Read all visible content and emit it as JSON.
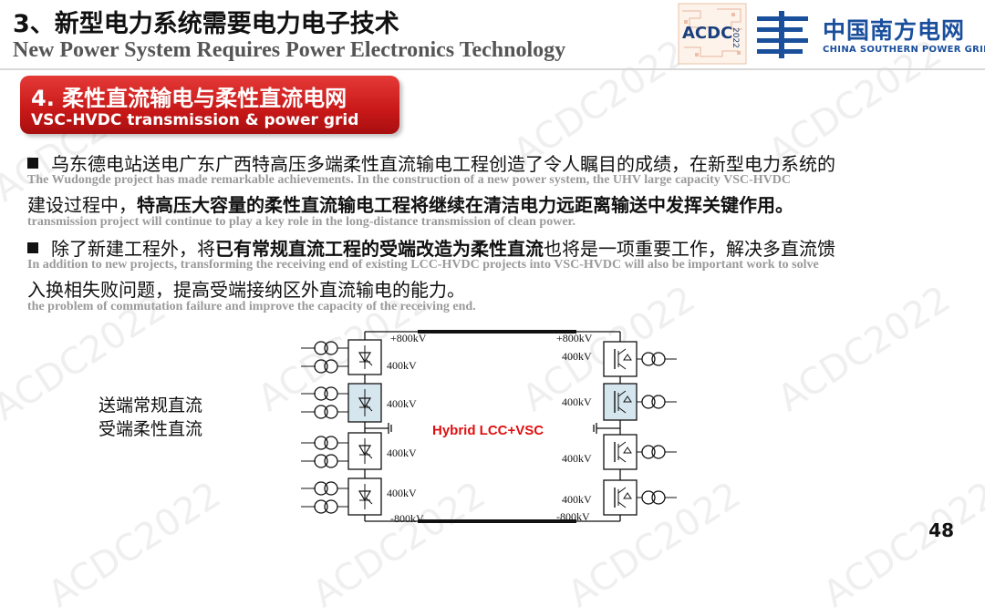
{
  "header": {
    "title_cn": "3、新型电力系统需要电力电子技术",
    "title_en": "New Power System Requires Power Electronics Technology"
  },
  "badge": {
    "text": "ACDC",
    "year": "2022"
  },
  "logo": {
    "name_cn": "中国南方电网",
    "name_en": "CHINA SOUTHERN POWER GRID",
    "brand_color": "#1a4f9c"
  },
  "section": {
    "title_cn": "4. 柔性直流输电与柔性直流电网",
    "title_en": "VSC-HVDC transmission & power grid",
    "color": "#c81818"
  },
  "body": {
    "p1_line1": "乌东德电站送电广东广西特高压多端柔性直流输电工程创造了令人瞩目的成绩，在新型电力系统的",
    "p1_en1": "The Wudongde project has made remarkable achievements. In the construction of a new power system, the UHV large capacity VSC-HVDC",
    "p1_line2_plain": "建设过程中，",
    "p1_line2_bold": "特高压大容量的柔性直流输电工程将继续在清洁电力远距离输送中发挥关键作用。",
    "p1_en2": "transmission project will continue to play a key role in the long-distance transmission of clean power.",
    "p2_line1_a": "除了新建工程外，将",
    "p2_line1_bold": "已有常规直流工程的受端改造为柔性直流",
    "p2_line1_b": "也将是一项重要工作，解决多直流馈",
    "p2_en1": "In addition to new projects, transforming the receiving end of existing LCC-HVDC projects into VSC-HVDC will also be important work to solve",
    "p2_line2": "入换相失败问题，提高受端接纳区外直流输电的能力。",
    "p2_en2": "the problem of commutation failure and improve the capacity of the receiving end."
  },
  "side_labels": {
    "line1": "送端常规直流",
    "line2": "受端柔性直流"
  },
  "diagram": {
    "caption": "Hybrid LCC+VSC",
    "caption_color": "#e01010",
    "left_top": "+800kV",
    "left_bottom": "-800kV",
    "right_top": "+800kV",
    "right_bottom": "-800kV",
    "left_valves": [
      "400kV",
      "400kV",
      "400kV",
      "400kV"
    ],
    "right_valves": [
      "400kV",
      "400kV",
      "400kV",
      "400kV"
    ]
  },
  "watermark": "ACDC2022",
  "page_number": "48"
}
